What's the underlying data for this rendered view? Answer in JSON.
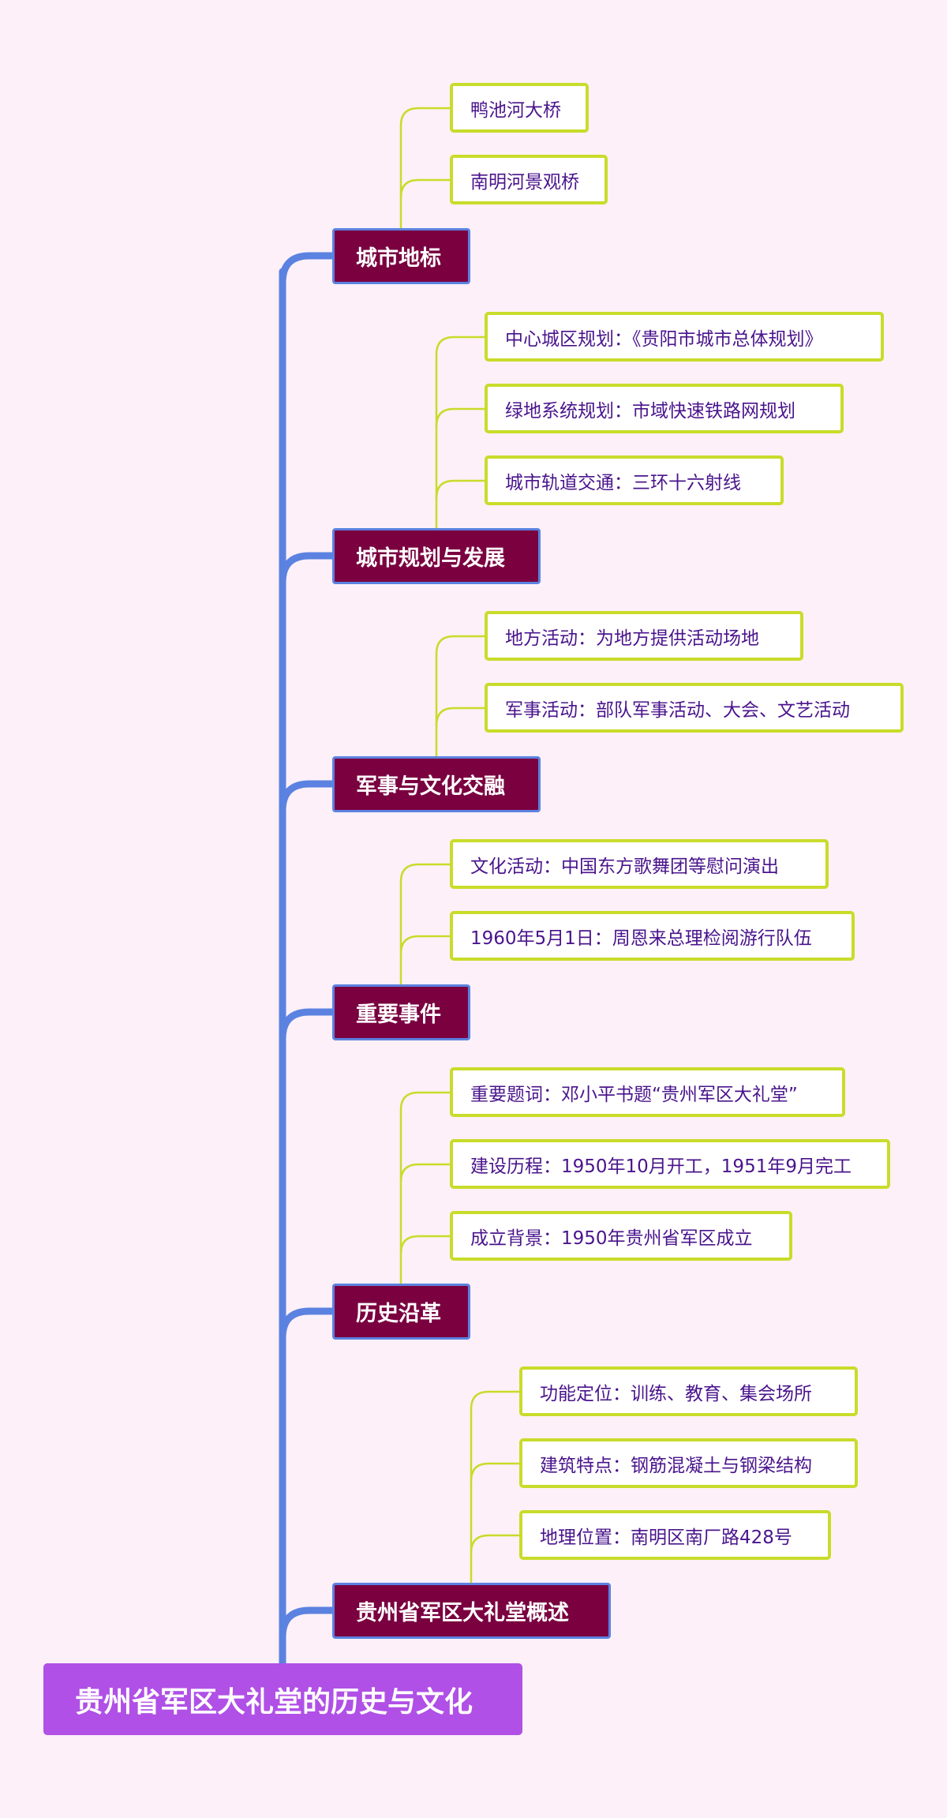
{
  "colors": {
    "background": "#fdf0f8",
    "root_fill": "#b050e6",
    "branch_fill": "#7a0040",
    "branch_border": "#5b82e0",
    "leaf_border": "#c8dc2a",
    "leaf_text": "#4a148c",
    "trunk_line": "#5b82e0",
    "leaf_line": "#c8dc2a"
  },
  "root": {
    "label": "贵州省军区大礼堂的历史与文化"
  },
  "branches": [
    {
      "label": "城市地标",
      "children": [
        "鸭池河大桥",
        "南明河景观桥"
      ]
    },
    {
      "label": "城市规划与发展",
      "children": [
        "中心城区规划：《贵阳市城市总体规划》",
        "绿地系统规划：市域快速铁路网规划",
        "城市轨道交通：三环十六射线"
      ]
    },
    {
      "label": "军事与文化交融",
      "children": [
        "地方活动：为地方提供活动场地",
        "军事活动：部队军事活动、大会、文艺活动"
      ]
    },
    {
      "label": "重要事件",
      "children": [
        "文化活动：中国东方歌舞团等慰问演出",
        "1960年5月1日：周恩来总理检阅游行队伍"
      ]
    },
    {
      "label": "历史沿革",
      "children": [
        "重要题词：邓小平书题“贵州军区大礼堂”",
        "建设历程：1950年10月开工，1951年9月完工",
        "成立背景：1950年贵州省军区成立"
      ]
    },
    {
      "label": "贵州省军区大礼堂概述",
      "children": [
        "功能定位：训练、教育、集会场所",
        "建筑特点：钢筋混凝土与钢梁结构",
        "地理位置：南明区南厂路428号"
      ]
    }
  ]
}
